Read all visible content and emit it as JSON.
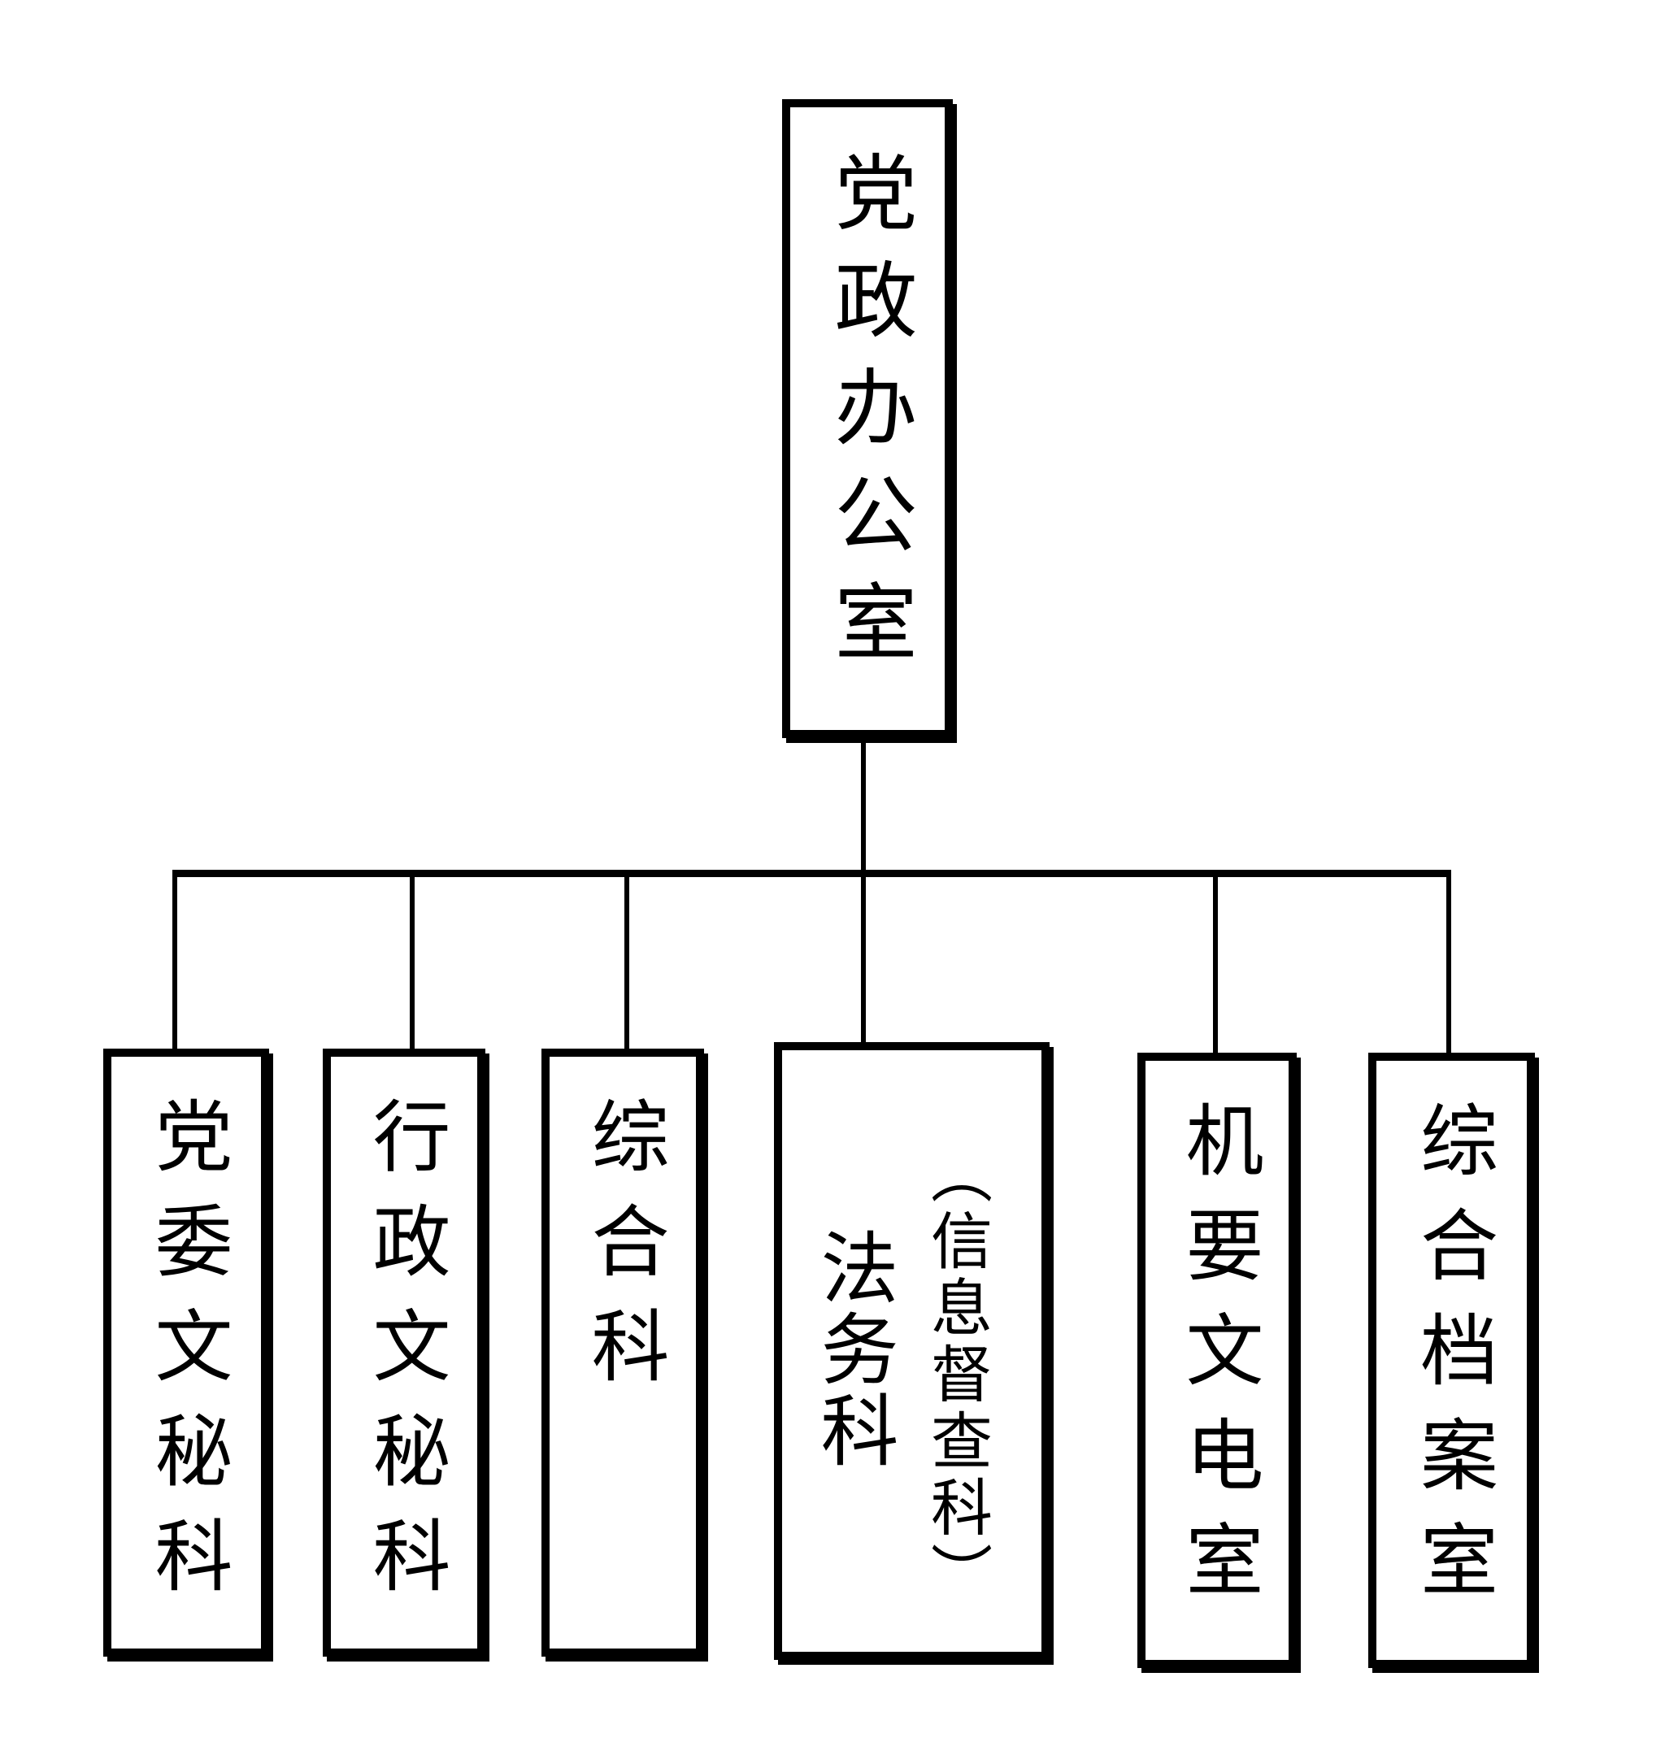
{
  "diagram": {
    "type": "org-chart",
    "background_color": "#ffffff",
    "line_color": "#000000",
    "text_color": "#000000",
    "root": {
      "label": "党政办公室"
    },
    "children": [
      {
        "label": "党委文秘科"
      },
      {
        "label": "行政文秘科"
      },
      {
        "label": "综合科"
      },
      {
        "label": "法务科（信息督查科）",
        "main": "法务科",
        "annotation": "（信息督查科）"
      },
      {
        "label": "机要文电室"
      },
      {
        "label": "综合档案室"
      }
    ]
  }
}
